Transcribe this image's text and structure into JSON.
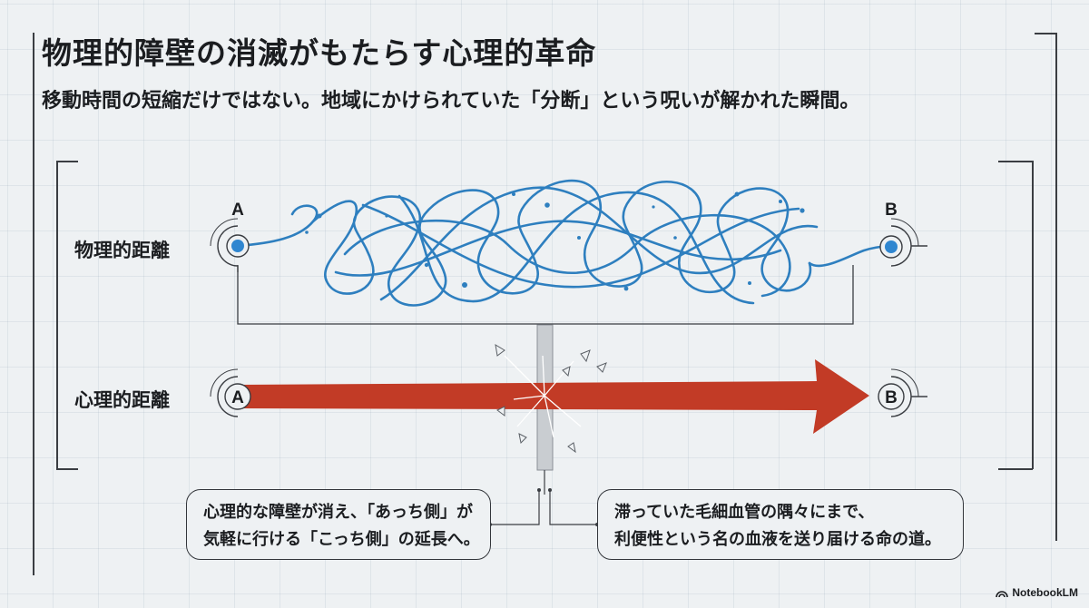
{
  "title": "物理的障壁の消滅がもたらす心理的革命",
  "subtitle": "移動時間の短縮だけではない。地域にかけられていた「分断」という呪いが解かれた瞬間。",
  "rows": {
    "physical": {
      "label": "物理的距離",
      "start": "A",
      "end": "B"
    },
    "psychological": {
      "label": "心理的距離",
      "start": "A",
      "end": "B"
    }
  },
  "callouts": {
    "left": [
      "心理的な障壁が消え、「あっち側」が",
      "気軽に行ける「こっち側」の延長へ。"
    ],
    "right": [
      "滞っていた毛細血管の隅々にまで、",
      "利便性という名の血液を送り届ける命の道。"
    ]
  },
  "brand": "NotebookLM",
  "colors": {
    "tangle": "#2e7fbf",
    "arrow": "#c23b26",
    "node": "#2f86d0"
  }
}
